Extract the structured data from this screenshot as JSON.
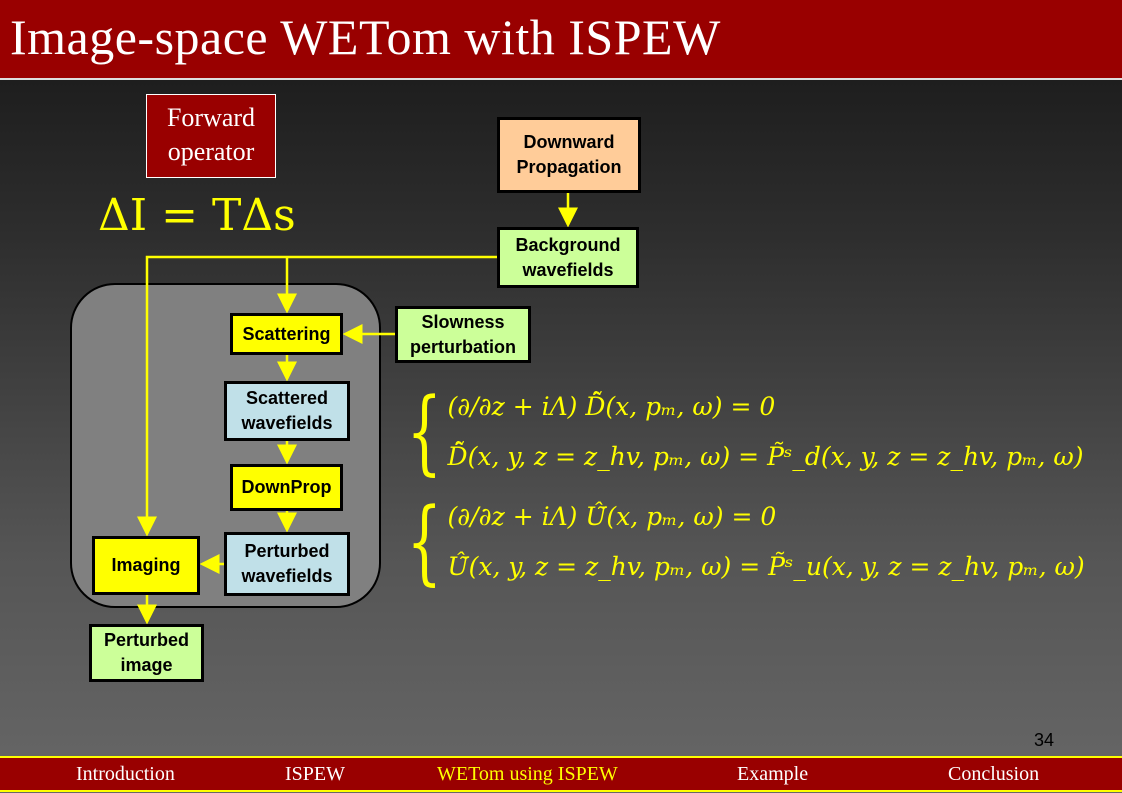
{
  "title": "Image-space WETom with ISPEW",
  "forward_label": "Forward operator",
  "main_equation": "ΔI = TΔs",
  "boxes": {
    "downward": "Downward Propagation",
    "background": "Background wavefields",
    "scattering": "Scattering",
    "slowness": "Slowness perturbation",
    "scattered": "Scattered wavefields",
    "downprop": "DownProp",
    "perturbed_wf": "Perturbed wavefields",
    "imaging": "Imaging",
    "perturbed_image": "Perturbed image"
  },
  "equations": {
    "d1": "(∂/∂z + iΛ) D̂̃(x, pₘ, ω) = 0",
    "d2": "D̂̃(x, y, z = z_hv, pₘ, ω) = P̃ˢ_d(x, y, z = z_hv, pₘ, ω)",
    "u1": "(∂/∂z + iΛ) Û̃(x, pₘ, ω) = 0",
    "u2": "Û̃(x, y, z = z_hv, pₘ, ω) = P̃ˢ_u(x, y, z = z_hv, pₘ, ω)"
  },
  "page_number": "34",
  "nav": [
    {
      "label": "Introduction",
      "active": false
    },
    {
      "label": "ISPEW",
      "active": false
    },
    {
      "label": "WETom using ISPEW",
      "active": true
    },
    {
      "label": "Example",
      "active": false
    },
    {
      "label": "Conclusion",
      "active": false
    }
  ],
  "colors": {
    "accent": "#990000",
    "highlight": "#ffff00"
  }
}
